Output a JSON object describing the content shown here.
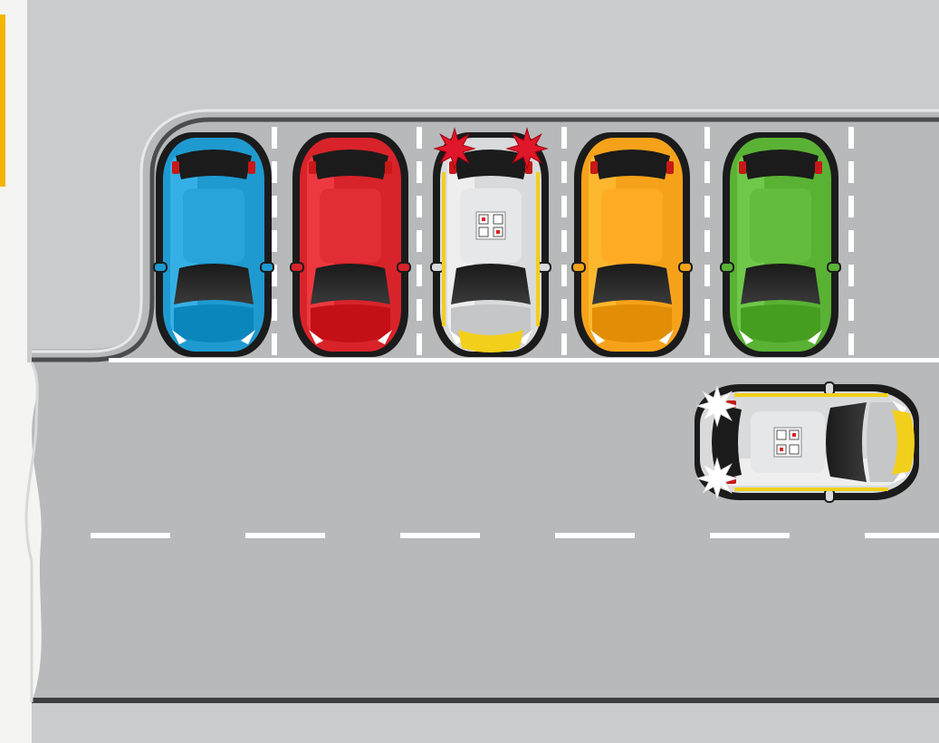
{
  "scene": {
    "colors": {
      "page_background": "#f4f4f2",
      "road": "#b7b9ba",
      "sidewalk": "#c9cbcc",
      "curb": "#4a4c4e",
      "lane_marking": "#ffffff",
      "accent_tab": "#f2b600"
    },
    "parked_cars": [
      {
        "name": "blue",
        "body_color": "#1f9ad0",
        "hazard_lights": false
      },
      {
        "name": "red",
        "body_color": "#d8232a",
        "hazard_lights": false
      },
      {
        "name": "learner",
        "body_color": "#d9dadb",
        "hazard_lights": true,
        "learner_plate": true
      },
      {
        "name": "orange",
        "body_color": "#f5a21a",
        "hazard_lights": false
      },
      {
        "name": "green",
        "body_color": "#5ab234",
        "hazard_lights": false
      }
    ],
    "moving_car": {
      "name": "learner",
      "body_color": "#d9dadb",
      "direction": "left",
      "indicator": "left",
      "learner_plate": true
    }
  }
}
